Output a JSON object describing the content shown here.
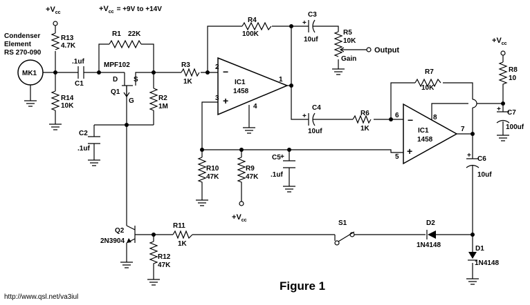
{
  "supply": {
    "vcc_label": "V",
    "vcc_sub": "cc",
    "vcc_range": "= +9V to +14V"
  },
  "mic": {
    "title_line1": "Condenser",
    "title_line2": "Element",
    "title_line3": "RS 270-090",
    "ref": "MK1"
  },
  "components": {
    "R13": {
      "ref": "R13",
      "value": "4.7K"
    },
    "R14": {
      "ref": "R14",
      "value": "10K"
    },
    "C1": {
      "ref": "C1",
      "value": ".1uf"
    },
    "R1": {
      "ref": "R1",
      "value": "22K"
    },
    "Q1": {
      "ref": "Q1",
      "part": "MPF102",
      "pin_d": "D",
      "pin_s": "S",
      "pin_g": "G"
    },
    "R2": {
      "ref": "R2",
      "value": "1M"
    },
    "C2": {
      "ref": "C2",
      "value": ".1uf"
    },
    "R3": {
      "ref": "R3",
      "value": "1K"
    },
    "R4": {
      "ref": "R4",
      "value": "100K"
    },
    "C3": {
      "ref": "C3",
      "value": "10uf"
    },
    "R5": {
      "ref": "R5",
      "value": "10K",
      "extra": "Gain"
    },
    "IC1a": {
      "ref": "IC1",
      "part": "1458",
      "pin1": "1",
      "pin2": "2",
      "pin3": "3",
      "pin4": "4"
    },
    "IC1b": {
      "ref": "IC1",
      "part": "1458",
      "pin5": "5",
      "pin6": "6",
      "pin7": "7",
      "pin8": "8"
    },
    "C4": {
      "ref": "C4",
      "value": "10uf"
    },
    "R6": {
      "ref": "R6",
      "value": "1K"
    },
    "R7": {
      "ref": "R7",
      "value": "10K"
    },
    "R8": {
      "ref": "R8",
      "value": "10"
    },
    "C7": {
      "ref": "C7",
      "value": "100uf"
    },
    "C5": {
      "ref": "C5",
      "value": ".1uf"
    },
    "R10": {
      "ref": "R10",
      "value": "47K"
    },
    "R9": {
      "ref": "R9",
      "value": "47K"
    },
    "C6": {
      "ref": "C6",
      "value": "10uf"
    },
    "Q2": {
      "ref": "Q2",
      "part": "2N3904"
    },
    "R11": {
      "ref": "R11",
      "value": "1K"
    },
    "R12": {
      "ref": "R12",
      "value": "47K"
    },
    "S1": {
      "ref": "S1"
    },
    "D2": {
      "ref": "D2",
      "part": "1N4148"
    },
    "D1": {
      "ref": "D1",
      "part": "1N4148"
    }
  },
  "output_label": "Output",
  "opamp_signs": {
    "minus": "−",
    "plus": "+"
  },
  "figure_caption": "Figure 1",
  "footer_url": "http://www.qsl.net/va3iul"
}
